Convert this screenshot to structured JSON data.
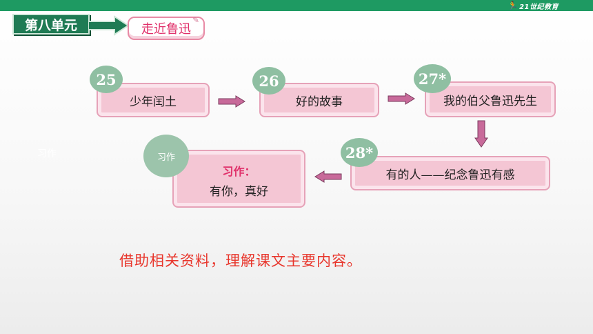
{
  "brand": {
    "icon": "runner-icon",
    "text": "21世纪教育",
    "color": "#1e9a62"
  },
  "unit": {
    "title": "第八单元"
  },
  "topic": {
    "label": "走近鲁迅",
    "color": "#e0306a"
  },
  "lessons": [
    {
      "number": "25",
      "title": "少年闰土"
    },
    {
      "number": "26",
      "title": "好的故事"
    },
    {
      "number": "27*",
      "title": "我的伯父鲁迅先生"
    },
    {
      "number": "28*",
      "title": "有的人——纪念鲁迅有感"
    }
  ],
  "writing": {
    "side_label": "习作",
    "badge": "习作",
    "heading": "习作：",
    "title": "有你，真好"
  },
  "summary": {
    "text": "借助相关资料，理解课文主要内容。",
    "color": "#e8352b"
  },
  "colors": {
    "box_fill": "#f4c6d4",
    "box_border": "#e6a2b8",
    "badge_green": "#8fbfa2",
    "arrow": "#c86a9a"
  }
}
